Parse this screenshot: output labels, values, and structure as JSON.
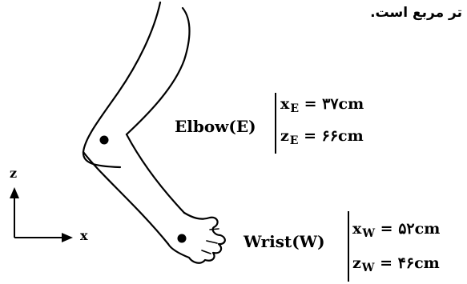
{
  "caption_fragment": "تر مربع است.",
  "axes": {
    "vertical_label": "z",
    "horizontal_label": "x"
  },
  "elbow": {
    "label": "Elbow(E)",
    "x_var": "x",
    "x_sub": "E",
    "x_value": " = ۳۷cm",
    "z_var": "z",
    "z_sub": "E",
    "z_value": " = ۶۶cm"
  },
  "wrist": {
    "label": "Wrist(W)",
    "x_var": "x",
    "x_sub": "W",
    "x_value": " = ۵۲cm",
    "z_var": "z",
    "z_sub": "W",
    "z_value": " = ۴۶cm"
  }
}
